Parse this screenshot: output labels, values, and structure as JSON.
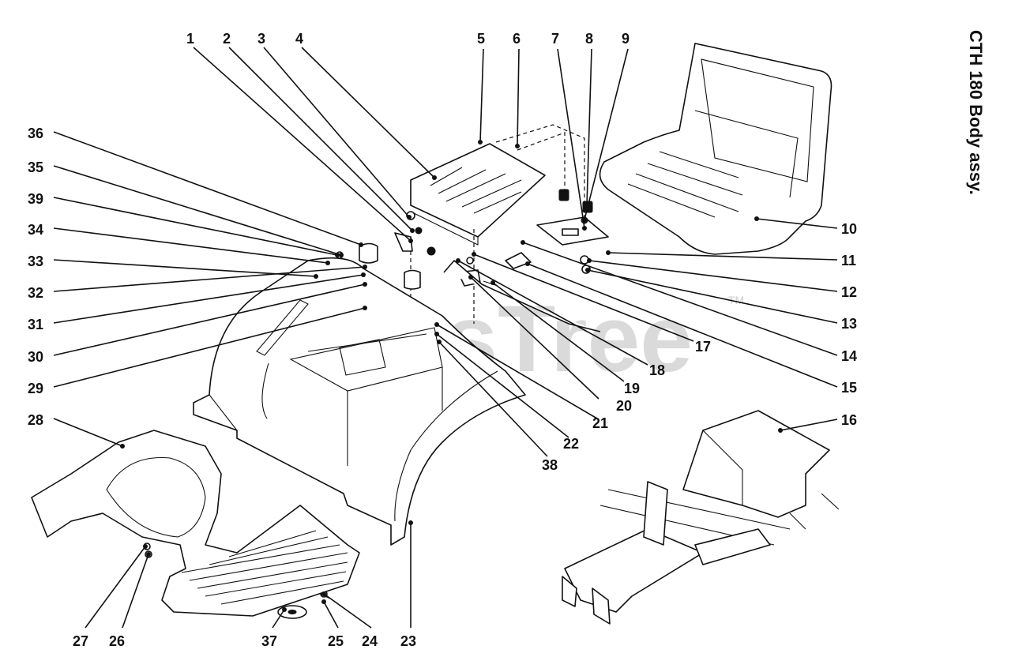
{
  "diagram": {
    "title": "CTH 180 Body assy.",
    "watermark": "PartsTree",
    "watermark_mark": "TM",
    "callouts": [
      {
        "label": "1"
      },
      {
        "label": "2"
      },
      {
        "label": "3"
      },
      {
        "label": "4"
      },
      {
        "label": "5"
      },
      {
        "label": "6"
      },
      {
        "label": "7"
      },
      {
        "label": "8"
      },
      {
        "label": "9"
      },
      {
        "label": "10"
      },
      {
        "label": "11"
      },
      {
        "label": "12"
      },
      {
        "label": "13"
      },
      {
        "label": "14"
      },
      {
        "label": "15"
      },
      {
        "label": "16"
      },
      {
        "label": "17"
      },
      {
        "label": "18"
      },
      {
        "label": "19"
      },
      {
        "label": "20"
      },
      {
        "label": "21"
      },
      {
        "label": "22"
      },
      {
        "label": "23"
      },
      {
        "label": "24"
      },
      {
        "label": "25"
      },
      {
        "label": "26"
      },
      {
        "label": "27"
      },
      {
        "label": "28"
      },
      {
        "label": "29"
      },
      {
        "label": "30"
      },
      {
        "label": "31"
      },
      {
        "label": "32"
      },
      {
        "label": "33"
      },
      {
        "label": "34"
      },
      {
        "label": "35"
      },
      {
        "label": "36"
      },
      {
        "label": "37"
      },
      {
        "label": "38"
      },
      {
        "label": "39"
      }
    ]
  }
}
